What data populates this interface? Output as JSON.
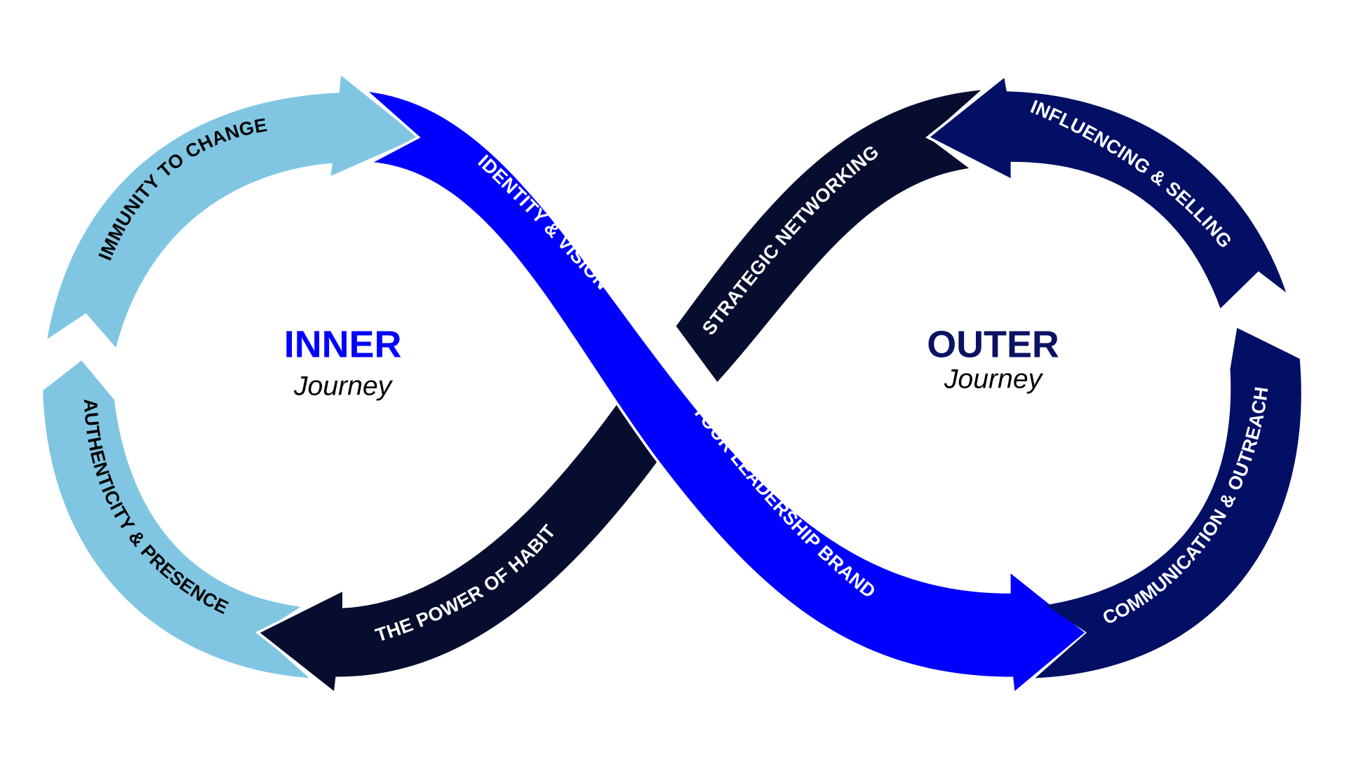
{
  "diagram": {
    "title": "Infinity loop: Inner and Outer Journey",
    "inner": {
      "title": "INNER",
      "subtitle": "Journey",
      "color": "#0000FF"
    },
    "outer": {
      "title": "OUTER",
      "subtitle": "Journey",
      "color": "#0A1263"
    },
    "segments": [
      {
        "id": "immunity",
        "label": "IMMUNITY TO CHANGE",
        "fill": "#80C6E3",
        "text_color": "#000000"
      },
      {
        "id": "identity",
        "label": "IDENTITY & VISION",
        "fill": "#0000FF",
        "text_color": "#FFFFFF"
      },
      {
        "id": "leadership",
        "label": "YOUR LEADERSHIP BRAND",
        "fill": "#0000FF",
        "text_color": "#FFFFFF"
      },
      {
        "id": "networking",
        "label": "STRATEGIC NETWORKING",
        "fill": "#070D2E",
        "text_color": "#FFFFFF"
      },
      {
        "id": "influencing",
        "label": "INFLUENCING & SELLING",
        "fill": "#020F65",
        "text_color": "#FFFFFF"
      },
      {
        "id": "communication",
        "label": "COMMUNICATION & OUTREACH",
        "fill": "#020F65",
        "text_color": "#FFFFFF"
      },
      {
        "id": "habit",
        "label": "THE POWER OF HABIT",
        "fill": "#070D2E",
        "text_color": "#FFFFFF"
      },
      {
        "id": "authenticity",
        "label": "AUTHENTICITY & PRESENCE",
        "fill": "#80C6E3",
        "text_color": "#000000"
      }
    ]
  }
}
